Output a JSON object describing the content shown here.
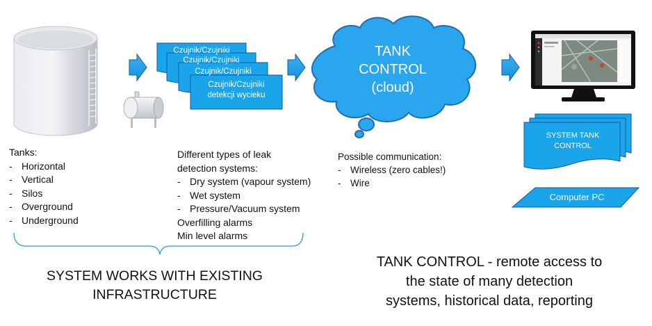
{
  "tank_labels": {
    "heading": "Tanks:",
    "items": [
      "Horizontal",
      "Vertical",
      "Silos",
      "Overground",
      "Underground"
    ]
  },
  "sensor_cards": {
    "stack_labels": [
      "Czujnik/Czujniki",
      "Czujnik/Czujniki",
      "Czujnik/Czujniki"
    ],
    "front_line1": "Czujnik/Czujniki",
    "front_line2": "detekcji wycieku"
  },
  "leak_detection": {
    "heading_line1": "Different  types of leak",
    "heading_line2": "detection systems:",
    "items": [
      "Dry system (vapour system)",
      "Wet system",
      "Pressure/Vacuum system"
    ],
    "extra": [
      "Overfilling alarms",
      "Min level alarms"
    ]
  },
  "cloud": {
    "line1": "TANK",
    "line2": "CONTROL",
    "line3": "(cloud)"
  },
  "communication": {
    "heading": "Possible communication:",
    "items": [
      "Wireless (zero cables!)",
      "Wire"
    ]
  },
  "system_doc": {
    "line1": "SYSTEM TANK",
    "line2": "CONTROL"
  },
  "computer_label": "Computer PC",
  "footer_left": {
    "line1": "SYSTEM WORKS WITH EXISTING",
    "line2": "INFRASTRUCTURE"
  },
  "footer_right": {
    "line1": "TANK CONTROL - remote access to",
    "line2": "the state of many detection",
    "line3": "systems, historical data, reporting"
  },
  "colors": {
    "accent_blue": "#1aa5ea",
    "blue_border": "#16599c",
    "cloud_fill": "#2aa6ee",
    "tank_gray": "#cfd2d6"
  }
}
